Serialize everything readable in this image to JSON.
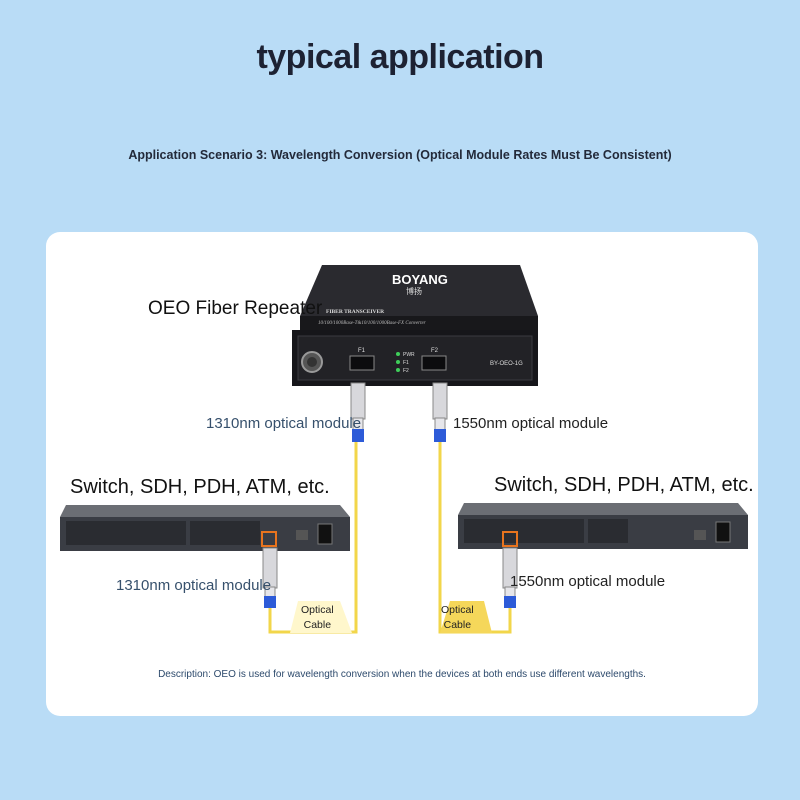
{
  "title": "typical application",
  "subtitle": "Application Scenario 3: Wavelength Conversion (Optical Module Rates Must Be Consistent)",
  "device": {
    "label": "OEO Fiber Repeater",
    "brand": "BOYANG",
    "brand_cn": "博扬",
    "model": "BY-OEO-1G",
    "front_title": "FIBER TRANSCEIVER",
    "front_sub": "10/100/1000Base-T&10/100/1000Base-FX Converter",
    "port1": "F1",
    "port2": "F2",
    "led_pwr": "PWR",
    "led_f1": "F1",
    "led_f2": "F2"
  },
  "modules": {
    "top_left": "1310nm optical module",
    "top_right": "1550nm optical module",
    "bottom_left": "1310nm optical module",
    "bottom_right": "1550nm optical module"
  },
  "switch_left_label": "Switch, SDH, PDH, ATM, etc.",
  "switch_right_label": "Switch, SDH, PDH, ATM, etc.",
  "cable_left": [
    "Optical",
    "Cable"
  ],
  "cable_right": [
    "Optical",
    "Cable"
  ],
  "description": "Description: OEO is used for wavelength conversion when the devices at both ends use different wavelengths.",
  "colors": {
    "background": "#b9dcf6",
    "card": "#ffffff",
    "fiber": "#f2d64a",
    "device": "#1e1e22",
    "switch": "#3a3d44",
    "highlight": "#e8741e"
  },
  "icons": [
    "sfp-module-icon",
    "power-socket-icon",
    "led-icon"
  ]
}
